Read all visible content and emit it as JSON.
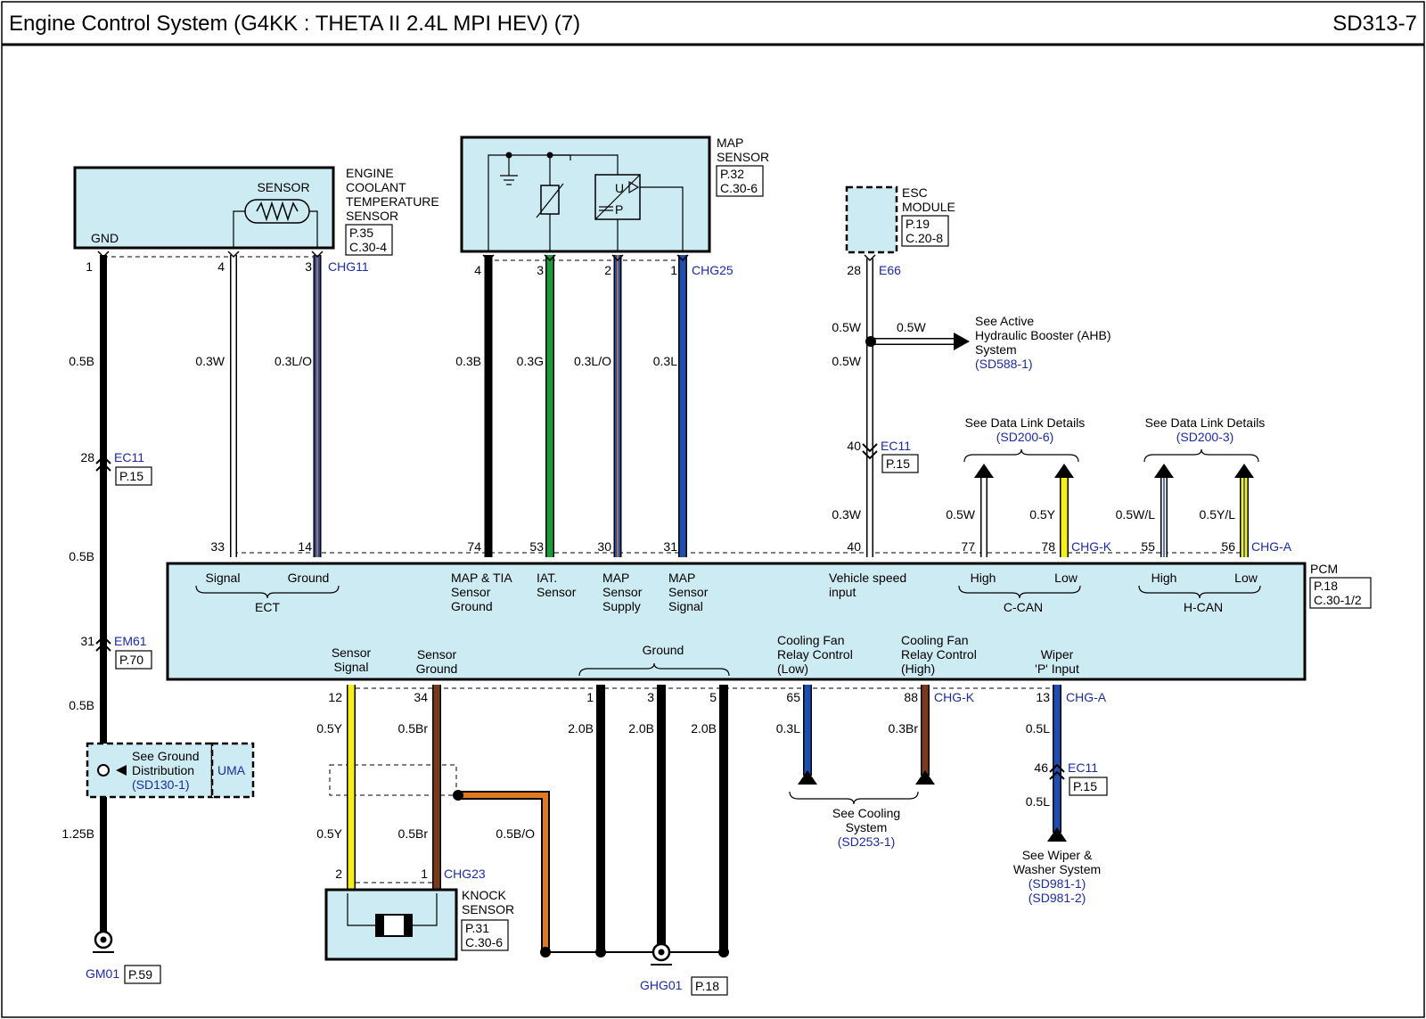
{
  "header": {
    "title": "Engine Control System (G4KK : THETA II 2.4L MPI HEV) (7)",
    "code": "SD313-7"
  },
  "ect": {
    "name_lines": [
      "ENGINE",
      "COOLANT",
      "TEMPERATURE",
      "SENSOR"
    ],
    "inner_label": "SENSOR",
    "gnd": "GND",
    "ref_lines": [
      "P.35",
      "C.30-4"
    ],
    "connector": "CHG11",
    "pins": [
      "1",
      "4",
      "3"
    ]
  },
  "map_sensor": {
    "name_lines": [
      "MAP",
      "SENSOR"
    ],
    "ref_lines": [
      "P.32",
      "C.30-6"
    ],
    "connector": "CHG25",
    "pins": [
      "4",
      "3",
      "2",
      "1"
    ],
    "u": "U",
    "p": "P"
  },
  "esc": {
    "name_lines": [
      "ESC",
      "MODULE"
    ],
    "ref_lines": [
      "P.19",
      "C.20-8"
    ],
    "pin": "28",
    "connector": "E66"
  },
  "ahb": {
    "lines": [
      "See Active",
      "Hydraulic Booster (AHB)",
      "System"
    ],
    "ref": "(SD588-1)"
  },
  "wires": {
    "b05": "0.5B",
    "w03": "0.3W",
    "lo03": "0.3L/O",
    "b03": "0.3B",
    "g03": "0.3G",
    "l03": "0.3L",
    "w05": "0.5W",
    "y05": "0.5Y",
    "wl05": "0.5W/L",
    "yl05": "0.5Y/L",
    "br03": "0.3Br",
    "br05": "0.5Br",
    "b20": "2.0B",
    "l05": "0.5L",
    "bo05": "0.5B/O",
    "b125": "1.25B"
  },
  "connectors": {
    "ec11": "EC11",
    "em61": "EM61",
    "ref_p15": "P.15",
    "ref_p70": "P.70",
    "chgk": "CHG-K",
    "chga": "CHG-A",
    "chg23": "CHG23"
  },
  "pcm": {
    "name": "PCM",
    "ref_lines": [
      "P.18",
      "C.30-1/2"
    ],
    "top_pins": [
      "33",
      "14",
      "74",
      "53",
      "30",
      "31",
      "40",
      "77",
      "78",
      "55",
      "56"
    ],
    "bottom_pins": [
      "12",
      "34",
      "1",
      "3",
      "5",
      "65",
      "88",
      "13"
    ],
    "labels": {
      "signal": "Signal",
      "ground": "Ground",
      "ect": "ECT",
      "map_tia": [
        "MAP & TIA",
        "Sensor",
        "Ground"
      ],
      "iat": [
        "IAT.",
        "Sensor"
      ],
      "map_supply": [
        "MAP",
        "Sensor",
        "Supply"
      ],
      "map_signal": [
        "MAP",
        "Sensor",
        "Signal"
      ],
      "vss": [
        "Vehicle speed",
        "input"
      ],
      "high": "High",
      "low": "Low",
      "ccan": "C-CAN",
      "hcan": "H-CAN",
      "sensor_signal": [
        "Sensor",
        "Signal"
      ],
      "sensor_ground": [
        "Sensor",
        "Ground"
      ],
      "gnd_group": "Ground",
      "fan_low": [
        "Cooling Fan",
        "Relay Control",
        "(Low)"
      ],
      "fan_high": [
        "Cooling Fan",
        "Relay Control",
        "(High)"
      ],
      "wiper": [
        "Wiper",
        "'P' Input"
      ]
    }
  },
  "pins_misc": {
    "ec11_left": "28",
    "em61_left": "31",
    "ec11_esc": "40",
    "ec11_wiper": "46",
    "knock_2": "2",
    "knock_1": "1"
  },
  "datalink": {
    "text": "See Data Link Details",
    "ccan_ref": "(SD200-6)",
    "hcan_ref": "(SD200-3)"
  },
  "ground_dist": {
    "lines": [
      "See Ground",
      "Distribution"
    ],
    "ref": "(SD130-1)",
    "uma": "UMA"
  },
  "knock": {
    "name_lines": [
      "KNOCK",
      "SENSOR"
    ],
    "ref_lines": [
      "P.31",
      "C.30-6"
    ]
  },
  "cooling": {
    "lines": [
      "See Cooling",
      "System"
    ],
    "ref": "(SD253-1)"
  },
  "wiper": {
    "lines": [
      "See Wiper &",
      "Washer System"
    ],
    "refs": [
      "(SD981-1)",
      "(SD981-2)"
    ]
  },
  "grounds": {
    "gm01": "GM01",
    "gm01_ref": "P.59",
    "ghg01": "GHG01",
    "ghg01_ref": "P.18"
  }
}
